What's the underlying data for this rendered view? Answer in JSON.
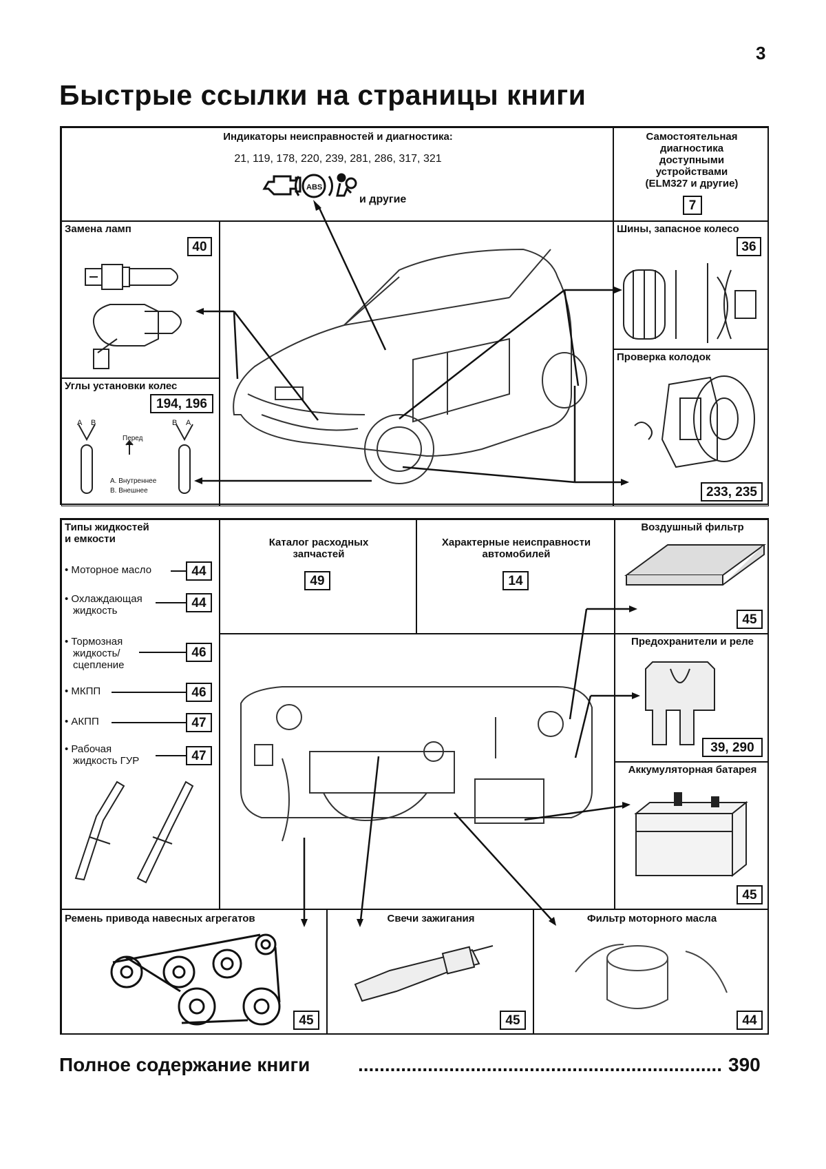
{
  "page_number": "3",
  "title": "Быстрые ссылки на страницы книги",
  "top": {
    "diagnostics": {
      "title": "Индикаторы неисправностей и диагностика:",
      "pages": "21, 119, 178, 220, 239, 281, 286, 317, 321",
      "others": "и другие"
    },
    "selfdiag": {
      "l1": "Самостоятельная",
      "l2": "диагностика",
      "l3": "доступными",
      "l4": "устройствами",
      "l5": "(ELM327 и другие)",
      "page": "7"
    },
    "lamps": {
      "title": "Замена ламп",
      "page": "40"
    },
    "tires": {
      "title": "Шины, запасное колесо",
      "page": "36"
    },
    "wheels": {
      "title": "Углы установки колес",
      "page": "194, 196",
      "a": "A",
      "b": "B",
      "front": "Перед",
      "inner": "A. Внутреннее",
      "outer": "B. Внешнее"
    },
    "brakes": {
      "title": "Проверка колодок",
      "page": "233, 235"
    }
  },
  "bottom": {
    "fluids": {
      "title1": "Типы жидкостей",
      "title2": "и емкости",
      "items": [
        {
          "l1": "• Моторное масло",
          "l2": "",
          "l3": "",
          "page": "44"
        },
        {
          "l1": "• Охлаждающая",
          "l2": "жидкость",
          "l3": "",
          "page": "44"
        },
        {
          "l1": "• Тормозная",
          "l2": "жидкость/",
          "l3": "сцепление",
          "page": "46"
        },
        {
          "l1": "• МКПП",
          "l2": "",
          "l3": "",
          "page": "46"
        },
        {
          "l1": "• АКПП",
          "l2": "",
          "l3": "",
          "page": "47"
        },
        {
          "l1": "• Рабочая",
          "l2": "жидкость ГУР",
          "l3": "",
          "page": "47"
        }
      ]
    },
    "catalog": {
      "l1": "Каталог расходных",
      "l2": "запчастей",
      "page": "49"
    },
    "faults": {
      "l1": "Характерные неисправности",
      "l2": "автомобилей",
      "page": "14"
    },
    "airfilter": {
      "title": "Воздушный фильтр",
      "page": "45"
    },
    "fuses": {
      "title": "Предохранители и реле",
      "page": "39, 290"
    },
    "battery": {
      "title": "Аккумуляторная батарея",
      "page": "45"
    },
    "belt": {
      "title": "Ремень привода навесных агрегатов",
      "page": "45"
    },
    "plugs": {
      "title": "Свечи зажигания",
      "page": "45"
    },
    "oilfilter": {
      "title": "Фильтр моторного масла",
      "page": "44"
    }
  },
  "toc": {
    "label": "Полное содержание книги",
    "dots": "........................................................................................................",
    "page": "390"
  }
}
